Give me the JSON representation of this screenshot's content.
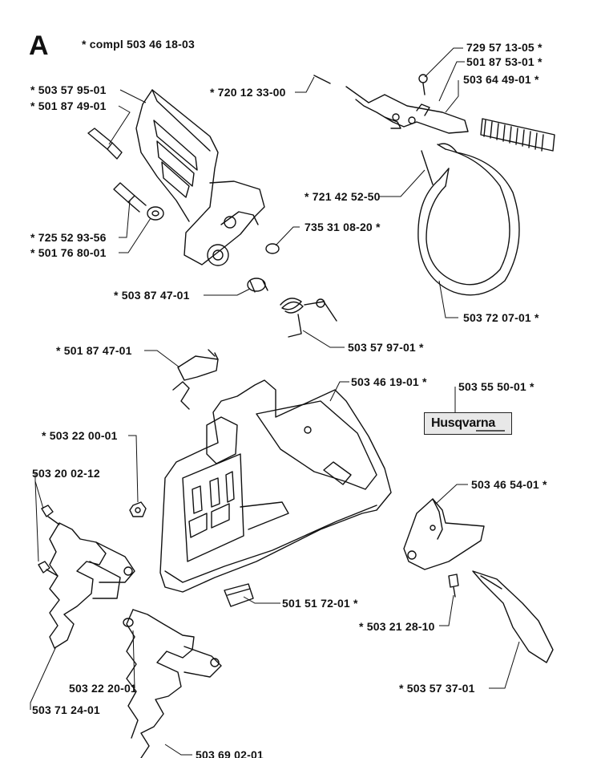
{
  "section_letter": "A",
  "compl_note": "* compl 503 46 18-03",
  "brand_label_text": "Husqvarna",
  "parts": {
    "p_503_57_95": "* 503 57 95-01",
    "p_501_87_49": "* 501 87 49-01",
    "p_720_12_33": "* 720 12 33-00",
    "p_729_57_13": "729 57 13-05 *",
    "p_501_87_53": "501 87 53-01 *",
    "p_503_64_49": "503 64 49-01 *",
    "p_721_42_52": "* 721 42 52-50",
    "p_725_52_93": "* 725 52 93-56",
    "p_501_76_80": "* 501 76 80-01",
    "p_735_31_08": "735 31 08-20 *",
    "p_503_87_47": "* 503 87 47-01",
    "p_503_72_07": "503 72 07-01 *",
    "p_503_57_97": "503 57 97-01 *",
    "p_501_87_47": "* 501 87 47-01",
    "p_503_46_19": "503 46 19-01 *",
    "p_503_55_50": "503 55 50-01 *",
    "p_503_22_00": "* 503 22 00-01",
    "p_503_20_02": "503 20 02-12",
    "p_503_46_54": "503 46 54-01 *",
    "p_501_51_72": "501 51 72-01 *",
    "p_503_21_28": "* 503 21 28-10",
    "p_503_22_20": "503 22 20-01",
    "p_503_71_24": "503 71 24-01",
    "p_503_57_37": "* 503 57 37-01",
    "p_503_69_02": "503 69 02-01"
  }
}
